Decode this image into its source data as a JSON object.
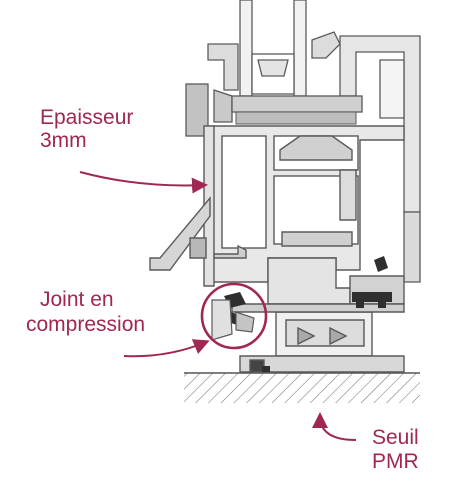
{
  "labels": {
    "thickness_line1": "Epaisseur",
    "thickness_line2": "3mm",
    "seal_line1": "Joint en",
    "seal_line2": "compression",
    "sill_line1": "Seuil",
    "sill_line2": "PMR"
  },
  "colors": {
    "annotation": "#a02850",
    "profile_stroke": "#5a5a5a",
    "profile_fill": "#d4d4d4",
    "profile_light": "#ececec",
    "hatch": "#7a7a7a",
    "gasket": "#2f2f2f"
  }
}
